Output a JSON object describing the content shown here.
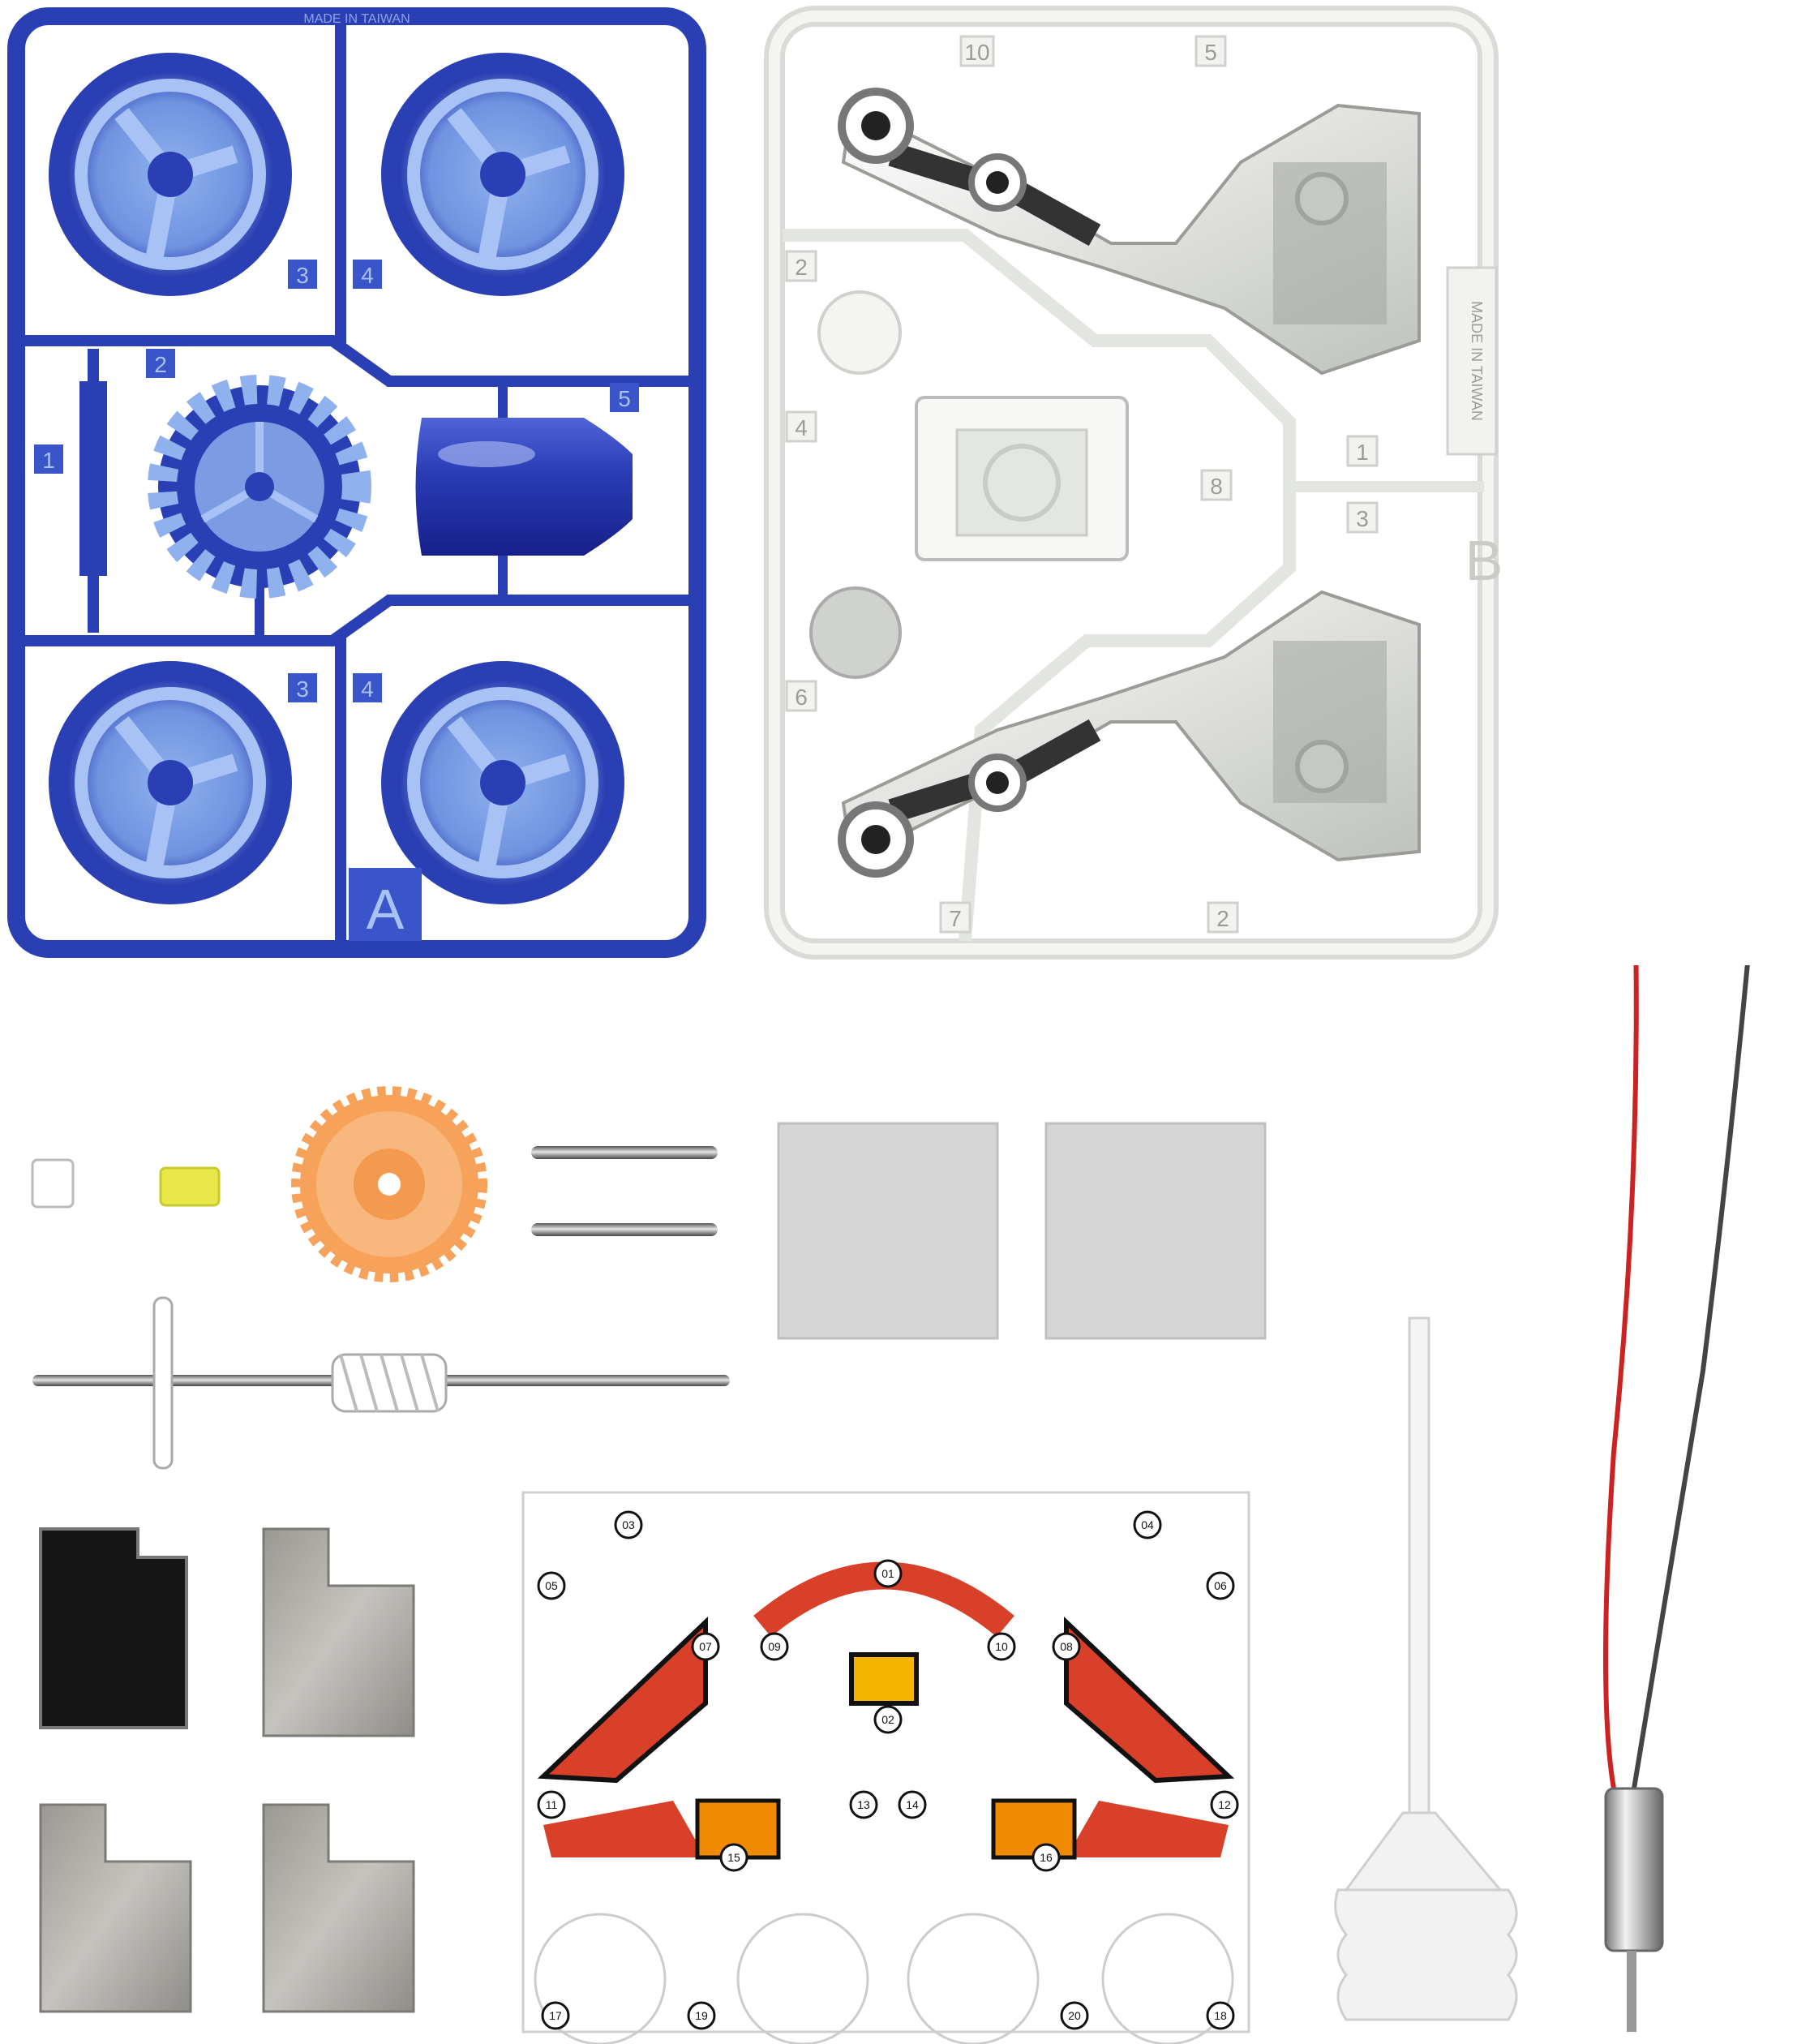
{
  "sprue_a": {
    "letter": "A",
    "made_in": "MADE IN TAIWAN",
    "part_numbers": [
      "1",
      "2",
      "3",
      "4",
      "5",
      "3",
      "4"
    ]
  },
  "sprue_b": {
    "letter": "B",
    "made_in": "MADE IN TAIWAN",
    "part_numbers": [
      "10",
      "5",
      "2",
      "4",
      "8",
      "1",
      "3",
      "6",
      "7",
      "2"
    ]
  },
  "decal_sheet": {
    "labels": [
      "01",
      "02",
      "03",
      "04",
      "05",
      "06",
      "07",
      "08",
      "09",
      "10",
      "11",
      "12",
      "13",
      "14",
      "15",
      "16",
      "17",
      "18",
      "19",
      "20"
    ]
  },
  "colors": {
    "sprue_a": "#2b3fb5",
    "sprue_b": "#eef0ec",
    "gear": "#f6a25a",
    "pinion": "#e8e84a",
    "wire_red": "#cc2222",
    "wire_black": "#444444"
  }
}
